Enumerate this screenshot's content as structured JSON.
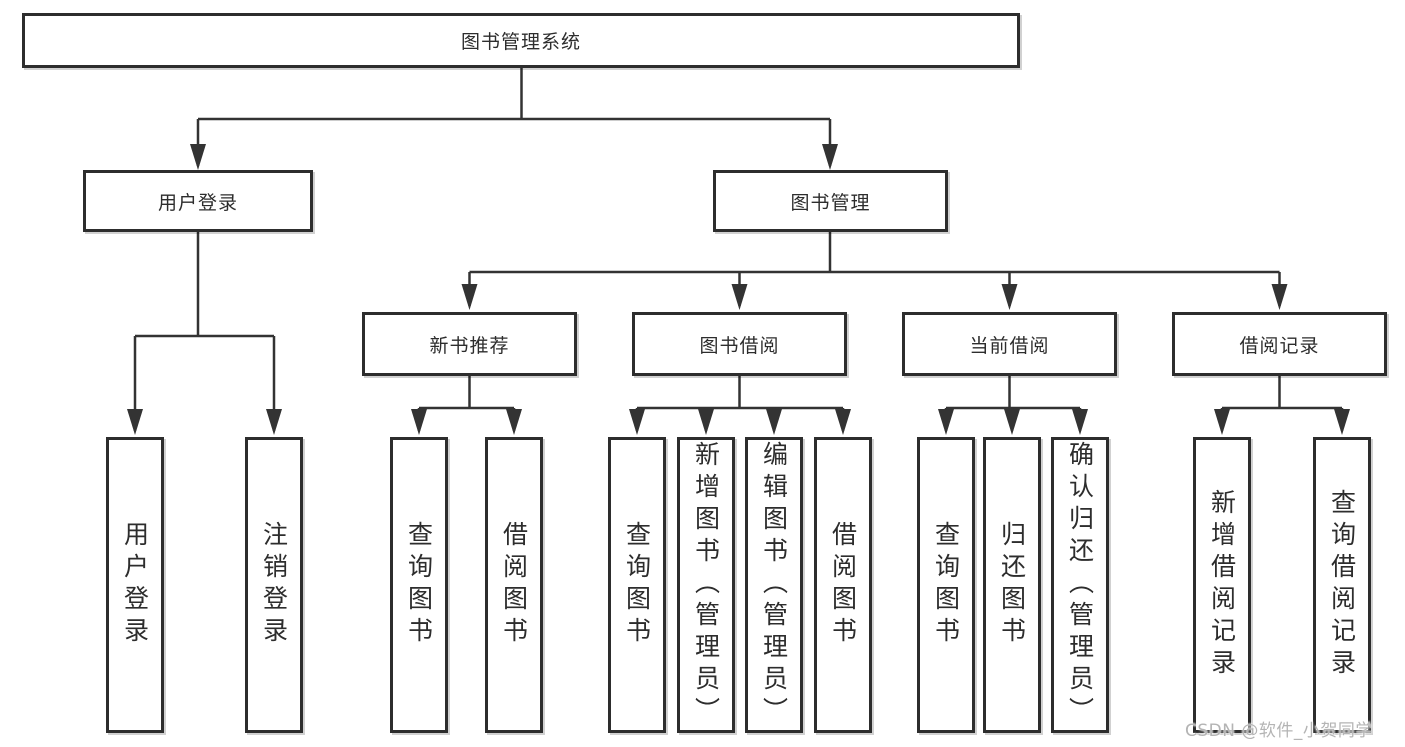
{
  "diagram": {
    "root": {
      "label": "图书管理系统"
    },
    "branches": [
      {
        "label": "用户登录",
        "children": [
          {
            "label": "用户登录"
          },
          {
            "label": "注销登录"
          }
        ]
      },
      {
        "label": "图书管理",
        "children": [
          {
            "label": "新书推荐",
            "children": [
              {
                "label": "查询图书"
              },
              {
                "label": "借阅图书"
              }
            ]
          },
          {
            "label": "图书借阅",
            "children": [
              {
                "label": "查询图书"
              },
              {
                "label": "新增图书（管理员）"
              },
              {
                "label": "编辑图书（管理员）"
              },
              {
                "label": "借阅图书"
              }
            ]
          },
          {
            "label": "当前借阅",
            "children": [
              {
                "label": "查询图书"
              },
              {
                "label": "归还图书"
              },
              {
                "label": "确认归还（管理员）"
              }
            ]
          },
          {
            "label": "借阅记录",
            "children": [
              {
                "label": "新增借阅记录"
              },
              {
                "label": "查询借阅记录"
              }
            ]
          }
        ]
      }
    ]
  },
  "watermark": {
    "text": "CSDN @软件_小贺同学"
  },
  "colors": {
    "line": "#333333",
    "border": "#2d2d2d",
    "text": "#2d2d2d",
    "watermark": "#b4b4b4",
    "background": "#ffffff"
  }
}
